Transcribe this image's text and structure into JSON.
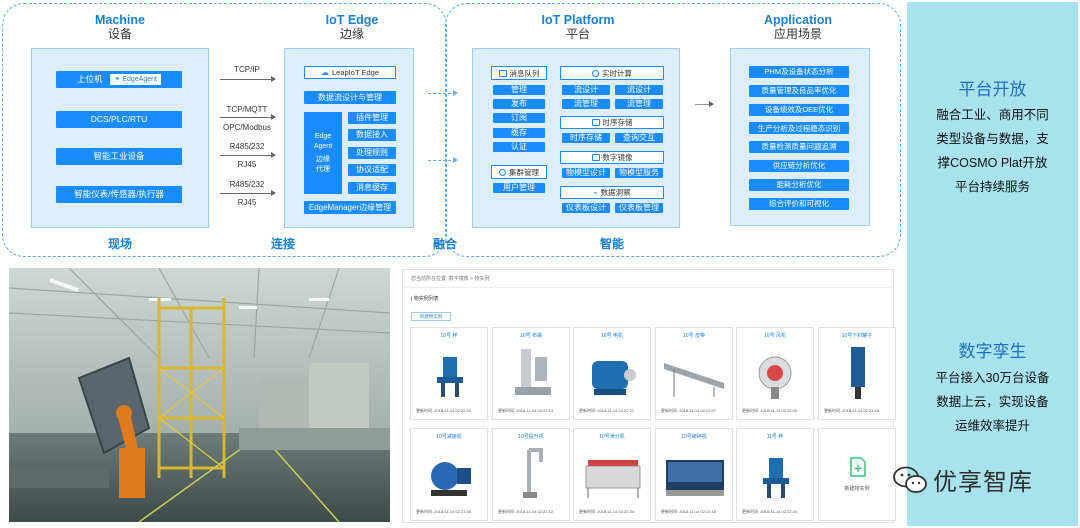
{
  "columns": {
    "machine": {
      "title": "Machine",
      "subtitle": "设备",
      "footer": "现场"
    },
    "edge": {
      "title": "IoT Edge",
      "subtitle": "边缘",
      "footer": "连接"
    },
    "platform": {
      "title": "IoT Platform",
      "subtitle": "平台",
      "footer": "智能"
    },
    "application": {
      "title": "Application",
      "subtitle": "应用场景"
    },
    "fusion_label": "融合"
  },
  "machine": {
    "upper": "上位机",
    "upper_agent": "EdgeAgent",
    "items": [
      "DCS/PLC/RTU",
      "智能工业设备",
      "智能仪表/传感器/执行器"
    ]
  },
  "protocols": [
    "TCP/IP",
    "TCP/MQTT",
    "OPC/Modbus",
    "R485/232",
    "RJ45",
    "R485/232",
    "RJ45"
  ],
  "edge": {
    "header": "LeapIoT Edge",
    "stream": "数据流设计与管理",
    "agent_lines": [
      "Edge",
      "Agent",
      "边缘",
      "代理"
    ],
    "functions": [
      "插件管理",
      "数据接入",
      "处理规则",
      "协议适配",
      "消息缓存"
    ],
    "manager": "EdgeManager边缘管理"
  },
  "platform": {
    "mq_label": "消息队列",
    "mq_items": [
      "管理",
      "发布",
      "订阅",
      "缓存",
      "认证"
    ],
    "cluster_label": "集群管理",
    "user_mgmt": "用户管理",
    "realtime_label": "实时计算",
    "realtime_items": [
      "流设计",
      "流设计",
      "流管理",
      "流管理"
    ],
    "tsdb_label": "时序存储",
    "tsdb_items": [
      "时序存储",
      "查询交互"
    ],
    "twin_label": "数字镜像",
    "twin_items": [
      "物模型设计",
      "物模型服务"
    ],
    "insight_label": "数据洞察",
    "insight_items": [
      "仪表板设计",
      "仪表板管理"
    ]
  },
  "applications": [
    "PHM及设备状态分析",
    "质量管理及良品率优化",
    "设备绩效及OEE优化",
    "生产分析及过程稳态识别",
    "质量检测质量问题追溯",
    "供应链分析优化",
    "能耗分析优化",
    "综合评价和可视化"
  ],
  "side": {
    "heading1": "平台开放",
    "body1": [
      "融合工业、商用不同",
      "类型设备与数据，支",
      "撑COSMO Plat开放",
      "平台持续服务"
    ],
    "heading2": "数字孪生",
    "body2": [
      "平台接入30万台设备",
      "数据上云，实现设备",
      "运维效率提升"
    ]
  },
  "screenshot": {
    "breadcrumb": "您当前所在位置: 数字镜像 > 物实例",
    "section_title": "| 物实例列表",
    "new_button": "新建物实例",
    "cards": [
      {
        "name": "10号 秤",
        "time": "更新时间: 2018-11-14 02:22:03"
      },
      {
        "name": "10号 布袋",
        "time": "更新时间: 2018-11-14 02:22:13"
      },
      {
        "name": "10号 电机",
        "time": "更新时间: 2018-11-14 02:22:21"
      },
      {
        "name": "10号 皮带",
        "time": "更新时间: 2018-11-14 02:22:07"
      },
      {
        "name": "10号 风机",
        "time": "更新时间: 2018-11-14 02:22:09"
      },
      {
        "name": "10号下料罐子",
        "time": "更新时间: 2018-11-14 02:21:03"
      },
      {
        "name": "10号减速机",
        "time": "更新时间: 2018-11-14 02:21:40"
      },
      {
        "name": "10号提升机",
        "time": "更新时间: 2018-11-14 02:22:12"
      },
      {
        "name": "10号筛分机",
        "time": "更新时间: 2018-11-14 02:22:34"
      },
      {
        "name": "10号破碎机",
        "time": "更新时间: 2018-11-14 02:22:16"
      },
      {
        "name": "11号 秤",
        "time": "更新时间: 2018-11-14 02:22:24"
      }
    ],
    "new_card_label": "新建物实例"
  },
  "watermark": "优享智库",
  "colors": {
    "accent": "#1a8cff",
    "panel": "#dceefb",
    "side": "#a8e2ec",
    "heading": "#1e6fc0"
  }
}
